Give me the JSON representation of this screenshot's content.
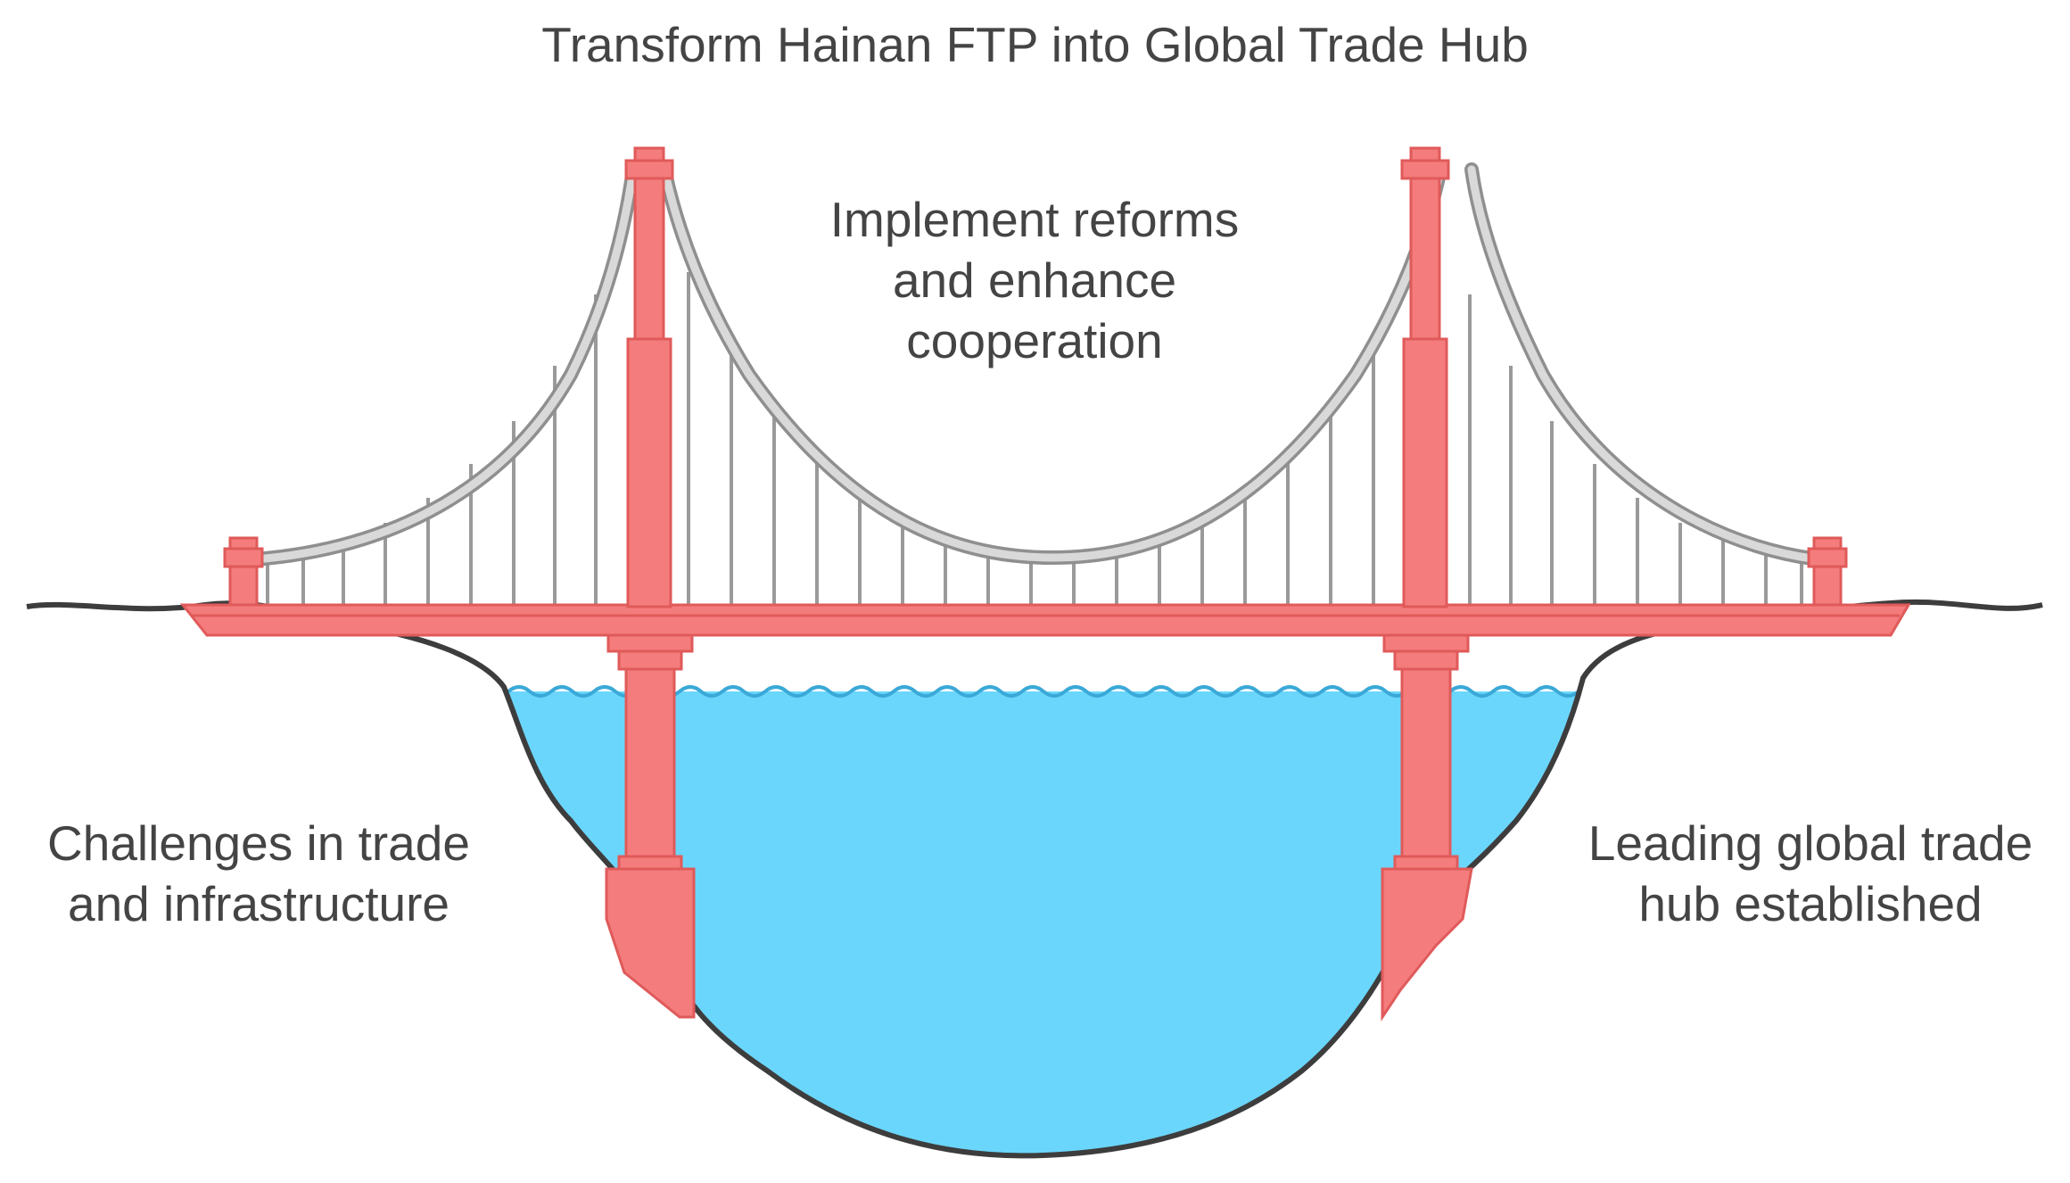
{
  "title": "Transform Hainan FTP into Global Trade Hub",
  "middle_label": {
    "lines": [
      "Implement reforms",
      "and enhance",
      "cooperation"
    ]
  },
  "left_label": {
    "lines": [
      "Challenges in trade",
      "and infrastructure"
    ]
  },
  "right_label": {
    "lines": [
      "Leading global trade",
      "hub established"
    ]
  },
  "colors": {
    "bridge": "#f47c7c",
    "bridge_edge": "#e05a5a",
    "cable": "#b9b9b9",
    "suspender": "#9a9a9a",
    "water": "#6bd6fb",
    "ground_line": "#3d3d3d",
    "text": "#444444"
  },
  "icons": {
    "bridge": "suspension-bridge-illustration"
  }
}
